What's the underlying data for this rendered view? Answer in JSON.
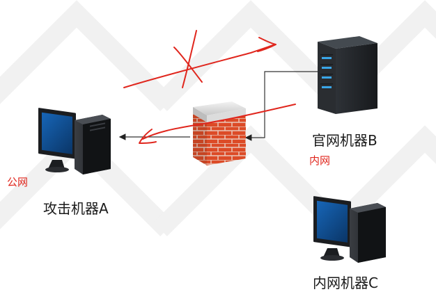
{
  "diagram": {
    "nodes": {
      "attacker": {
        "label": "攻击机器A",
        "type": "desktop-computer"
      },
      "official_server": {
        "label": "官网机器B",
        "type": "server"
      },
      "internal": {
        "label": "内网机器C",
        "type": "desktop-computer"
      },
      "firewall": {
        "type": "firewall"
      }
    },
    "zone_tags": {
      "public": "公网",
      "intranet": "内网"
    },
    "edges": [
      {
        "from": "official_server",
        "to": "firewall",
        "style": "thin-black-arrow"
      },
      {
        "from": "firewall",
        "to": "attacker",
        "style": "thin-black-arrow"
      },
      {
        "from": "attacker",
        "to": "official_server",
        "style": "red-hand-drawn",
        "blocked": true
      },
      {
        "from": "official_server",
        "to": "attacker",
        "style": "red-hand-drawn"
      }
    ],
    "colors": {
      "annotation_red": "#e0261d",
      "brick": "#e8502a",
      "server_body": "#23262b",
      "server_light": "#3aa6e8",
      "screen_blue": "#0d4a8c",
      "background_watermark": "#eeeeee"
    }
  }
}
